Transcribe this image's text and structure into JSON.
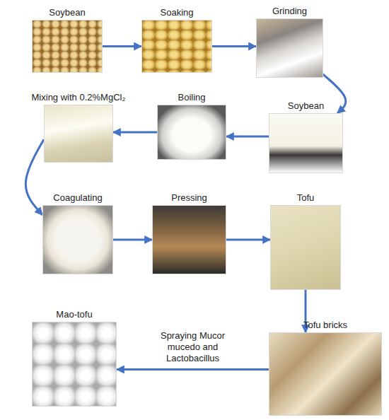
{
  "diagram": {
    "nodes": [
      {
        "text": [
          "Soybean"
        ]
      },
      {
        "text": [
          "Soaking"
        ]
      },
      {
        "text": [
          "Grinding"
        ]
      },
      {
        "text": [
          "Mixing with 0.2%MgCl₂"
        ]
      },
      {
        "text": [
          "Boiling"
        ]
      },
      {
        "text": [
          "Soybean"
        ]
      },
      {
        "text": [
          "Coagulating"
        ]
      },
      {
        "text": [
          "Pressing"
        ]
      },
      {
        "text": [
          "Tofu"
        ]
      },
      {
        "text": [
          "Mao-tofu"
        ]
      },
      {
        "text": [
          "Tofu bricks"
        ]
      }
    ],
    "edges": [
      {
        "from": 0,
        "to": 1,
        "arrow": "to"
      },
      {
        "from": 1,
        "to": 2,
        "arrow": "to"
      },
      {
        "from": 2,
        "to": 5,
        "arrow": "to"
      },
      {
        "from": 5,
        "to": 4,
        "arrow": "to"
      },
      {
        "from": 4,
        "to": 3,
        "arrow": "to"
      },
      {
        "from": 3,
        "to": 6,
        "arrow": "to"
      },
      {
        "from": 6,
        "to": 7,
        "arrow": "to"
      },
      {
        "from": 7,
        "to": 8,
        "arrow": "to"
      },
      {
        "from": 8,
        "to": 10,
        "arrow": "to"
      },
      {
        "from": 10,
        "to": 9,
        "label": "Spraying Mucor mucedo and Lactobacillus",
        "arrow": "to"
      }
    ]
  }
}
